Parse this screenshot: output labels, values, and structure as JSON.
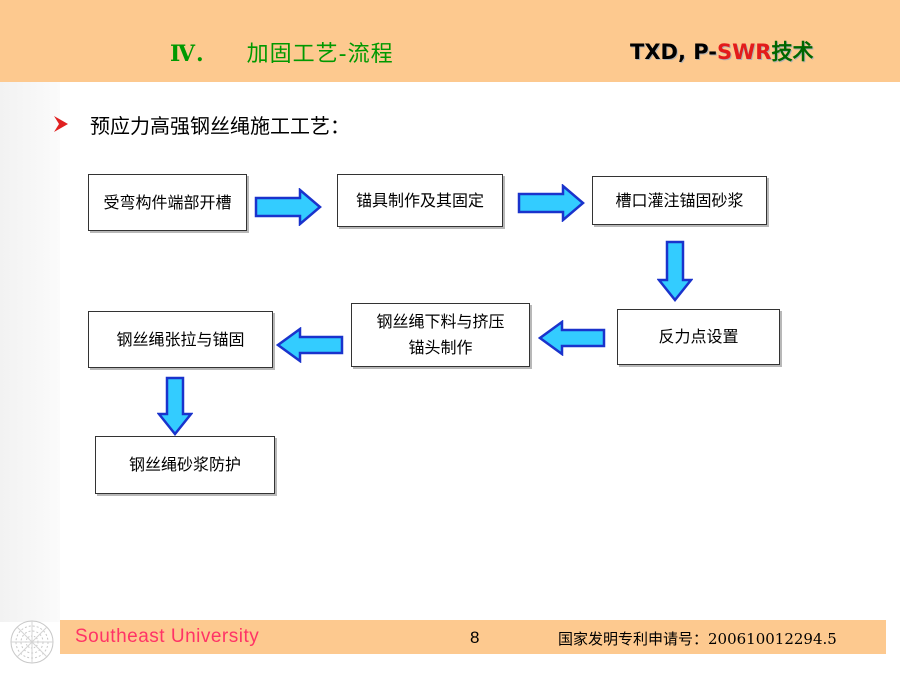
{
  "header": {
    "section_number": "Ⅳ.",
    "title": "加固工艺-流程",
    "brand_txd": "TXD,",
    "brand_p": "P-",
    "brand_swr": "SWR",
    "brand_tech": "技术"
  },
  "bullet": {
    "text": "预应力高强钢丝绳施工工艺："
  },
  "flow": {
    "step1": "受弯构件端部开槽",
    "step2": "锚具制作及其固定",
    "step3": "槽口灌注锚固砂浆",
    "step4": "反力点设置",
    "step5_line1": "钢丝绳下料与挤压",
    "step5_line2": "锚头制作",
    "step6": "钢丝绳张拉与锚固",
    "step7": "钢丝绳砂浆防护"
  },
  "footer": {
    "university": "Southeast  University",
    "page_number": "8",
    "patent": "国家发明专利申请号：200610012294.5"
  },
  "colors": {
    "header_bg": "#fdc98f",
    "title_green": "#009900",
    "arrow_fill": "#33ccff",
    "arrow_stroke": "#1a33cc",
    "footer_text": "#ff3366"
  }
}
